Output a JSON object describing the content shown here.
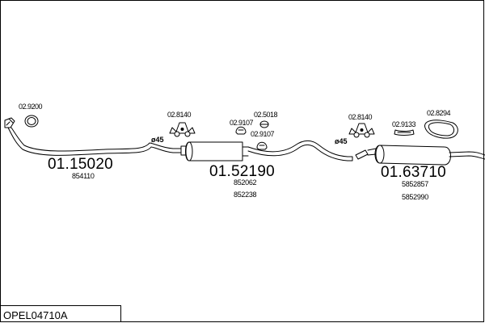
{
  "labels": {
    "p1": "02.9200",
    "p2": "02.8140",
    "p3": "02.5018",
    "p4": "02.9107",
    "p5": "02.9107",
    "p6": "02.8140",
    "p7": "02.9133",
    "p8": "02.8294"
  },
  "diameters": {
    "d1": "ø45",
    "d2": "ø45"
  },
  "sections": {
    "front": {
      "code": "01.15020",
      "refs": [
        "854110"
      ]
    },
    "middle": {
      "code": "01.52190",
      "refs": [
        "852062",
        "852238"
      ]
    },
    "rear": {
      "code": "01.63710",
      "refs": [
        "5852857",
        "5852990"
      ]
    }
  },
  "title": "OPEL04710A"
}
